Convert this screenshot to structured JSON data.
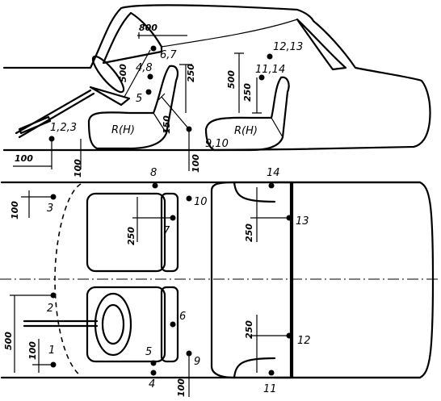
{
  "points": {
    "p123": "1,2,3",
    "p48": "4,8",
    "p5": "5",
    "p67": "6,7",
    "p1213": "12,13",
    "p1114": "11,14",
    "p910": "9,10",
    "p1": "1",
    "p2": "2",
    "p3": "3",
    "p4": "4",
    "p5b": "5",
    "p6": "6",
    "p7": "7",
    "p8": "8",
    "p9": "9",
    "p10": "10",
    "p11": "11",
    "p12": "12",
    "p13": "13",
    "p14": "14"
  },
  "seats": {
    "front": "R(H)",
    "rear": "R(H)"
  },
  "dimensions": {
    "d800": "800",
    "d500_front": "500",
    "d250_front": "250",
    "d150": "150",
    "d500_rear": "500",
    "d250_rear": "250",
    "d100_a": "100",
    "d100_b": "100",
    "d100_c": "100",
    "d100_d": "100",
    "d250_top_front": "250",
    "d250_top_rear_upper": "250",
    "d250_top_rear_lower": "250",
    "d500_left": "500",
    "d100_left": "100",
    "d100_bottom": "100"
  }
}
